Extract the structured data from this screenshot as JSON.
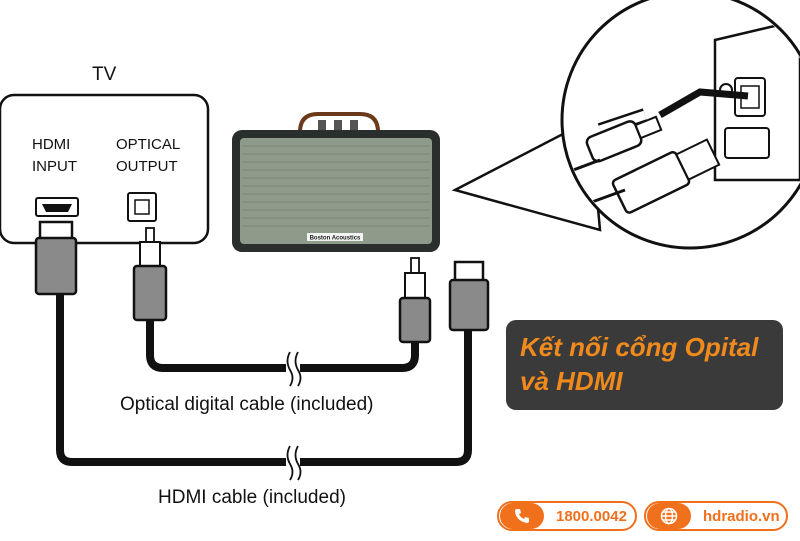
{
  "diagram": {
    "tv": {
      "title": "TV",
      "hdmi_input_line1": "HDMI",
      "hdmi_input_line2": "INPUT",
      "optical_output_line1": "OPTICAL",
      "optical_output_line2": "OUTPUT"
    },
    "speaker_brand": "Boston Acoustics",
    "optical_cable_label": "Optical digital cable (included)",
    "hdmi_cable_label": "HDMI cable (included)"
  },
  "banner": {
    "line1": "Kết nối cổng Opital",
    "line2": "và HDMI"
  },
  "contacts": {
    "phone": "1800.0042",
    "website": "hdradio.vn"
  },
  "colors": {
    "accent": "#f0701c",
    "banner_bg": "#3a3a3a",
    "banner_text": "#f08a1c",
    "speaker_grille": "#8e9a8a"
  }
}
